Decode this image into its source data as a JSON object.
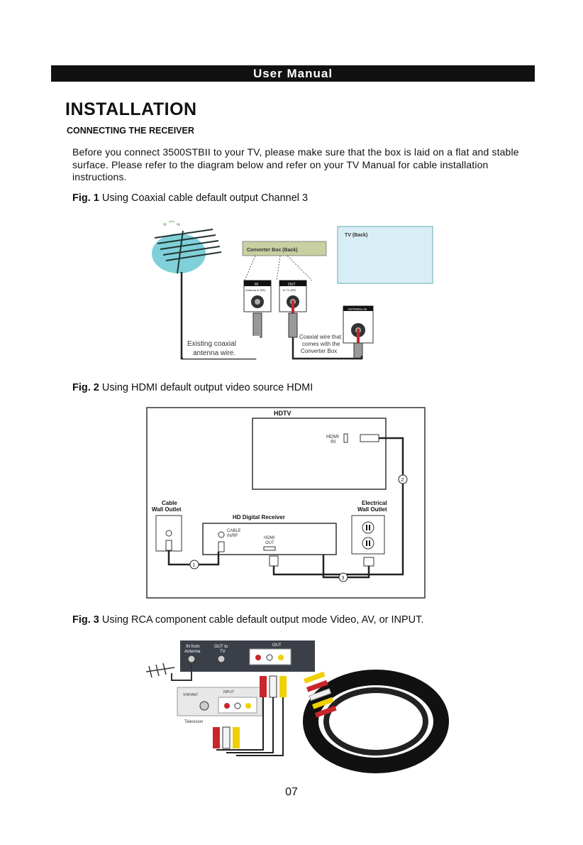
{
  "header": {
    "banner": "User Manual"
  },
  "section": {
    "title": "INSTALLATION",
    "subheading": "CONNECTING THE RECEIVER",
    "intro": "Before you connect 3500STBII to your TV, please make sure that the box is laid on a flat and stable surface. Please refer to the diagram below and refer on your TV Manual for cable installation instructions."
  },
  "figures": [
    {
      "label": "Fig. 1",
      "caption": "Using Coaxial cable default output Channel 3",
      "labels": {
        "converter_box": "Converter Box (Back)",
        "tv_back": "TV (Back)",
        "in": "IN",
        "in_sub": "Antenna In (RF)",
        "out": "OUT",
        "out_sub": "To TV (RF)",
        "antenna_in": "ANTENNA IN",
        "existing_1": "Existing coaxial",
        "existing_2": "antenna wire.",
        "coax_1": "Coaxial wire that",
        "coax_2": "comes with the",
        "coax_3": "Converter Box"
      }
    },
    {
      "label": "Fig. 2",
      "caption": "Using HDMI default output video source HDMI",
      "labels": {
        "hdtv": "HDTV",
        "hdmi_in_1": "HDMI",
        "hdmi_in_2": "IN",
        "cable_wall_1": "Cable",
        "cable_wall_2": "Wall Outlet",
        "receiver": "HD Digital Receiver",
        "electrical_1": "Electrical",
        "electrical_2": "Wall Outlet",
        "cable_in_1": "CABLE",
        "cable_in_2": "IN/RF",
        "hdmi_out_1": "HDMI",
        "hdmi_out_2": "OUT",
        "step1": "1",
        "step2": "2",
        "step3": "3"
      }
    },
    {
      "label": "Fig. 3",
      "caption": "Using RCA component cable default output mode Video, AV, or INPUT.",
      "labels": {
        "in_from": "IN from",
        "antenna": "Antenna",
        "out_to": "OUT to",
        "tv": "TV",
        "out": "OUT",
        "vhf": "VHF/ANT",
        "input": "INPUT",
        "television": "Television"
      }
    }
  ],
  "page": {
    "number": "07"
  },
  "colors": {
    "banner": "#111111",
    "box_green": "#c8cfa0",
    "tv_blue": "#d8eef6",
    "red": "#c8262a",
    "yellow": "#f0d000"
  }
}
